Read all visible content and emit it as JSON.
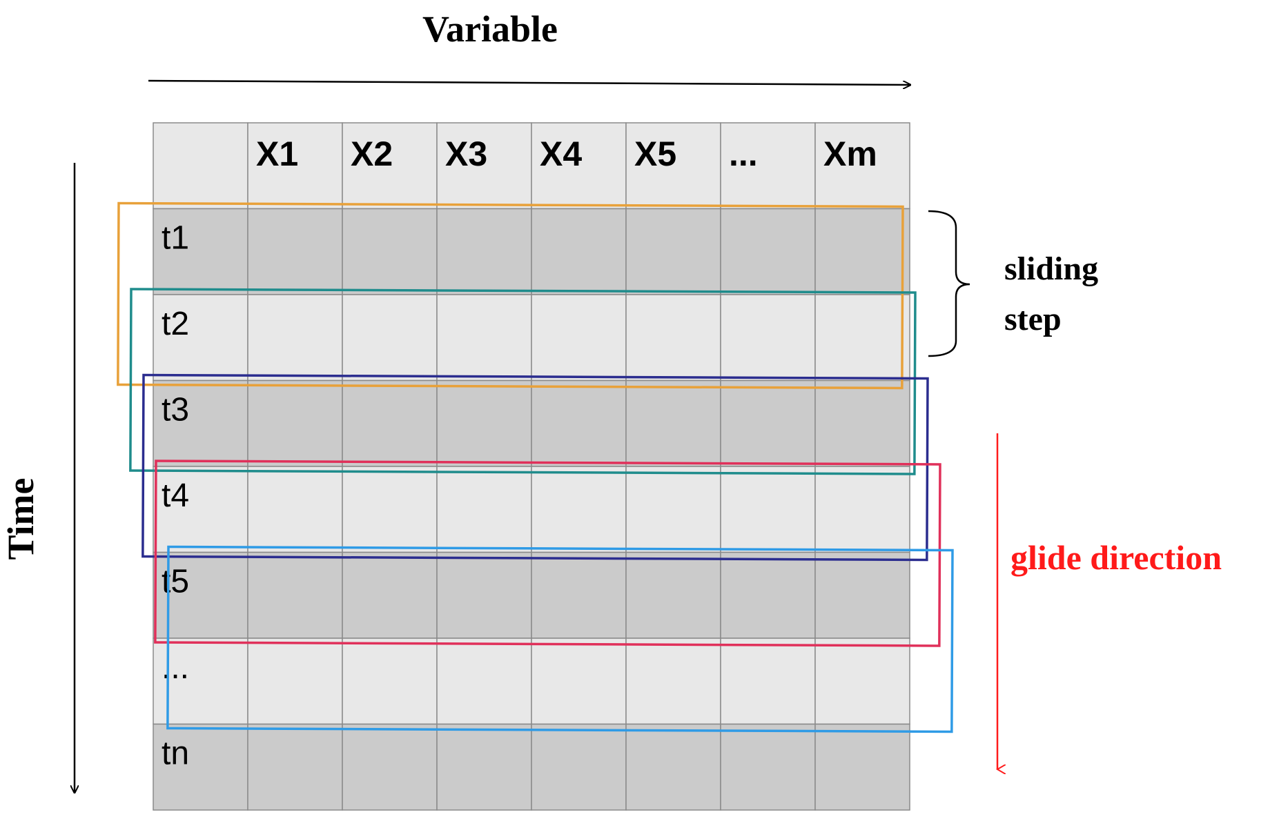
{
  "axes": {
    "variable_label": "Variable",
    "time_label": "Time"
  },
  "table": {
    "corner": "",
    "columns": [
      "X1",
      "X2",
      "X3",
      "X4",
      "X5",
      "...",
      "Xm"
    ],
    "rows": [
      "t1",
      "t2",
      "t3",
      "t4",
      "t5",
      "...",
      "tn"
    ]
  },
  "windows": [
    {
      "color": "#e8a13a"
    },
    {
      "color": "#1f8c8c"
    },
    {
      "color": "#2b2d8f"
    },
    {
      "color": "#e0305a"
    },
    {
      "color": "#2f9be6"
    }
  ],
  "annotations": {
    "sliding_step_line1": "sliding",
    "sliding_step_line2": "step",
    "glide_direction": "glide direction"
  },
  "colors": {
    "header_cell": "#e8e8e8",
    "dark_row": "#cbcbcb",
    "light_row": "#e8e8e8",
    "grid_line": "#8a8a8a",
    "glide_color": "#ff1a1a"
  }
}
